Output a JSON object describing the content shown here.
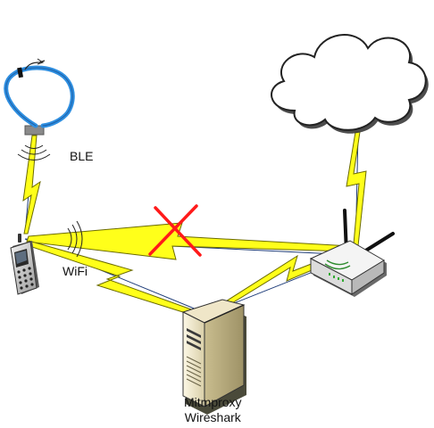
{
  "labels": {
    "ble": "BLE",
    "wifi": "WiFi",
    "server_line1": "Mitmproxy",
    "server_line2": "Wireshark"
  },
  "nodes": [
    {
      "name": "wristband",
      "icon": "wristband-icon"
    },
    {
      "name": "phone",
      "icon": "phone-icon"
    },
    {
      "name": "router",
      "icon": "router-icon"
    },
    {
      "name": "server",
      "icon": "server-tower-icon"
    },
    {
      "name": "internet",
      "icon": "cloud-icon"
    }
  ],
  "links": [
    {
      "from": "wristband",
      "to": "phone",
      "type": "BLE"
    },
    {
      "from": "phone",
      "to": "router",
      "type": "WiFi",
      "status": "blocked"
    },
    {
      "from": "phone",
      "to": "server",
      "type": "WiFi"
    },
    {
      "from": "server",
      "to": "router",
      "type": "wireless"
    },
    {
      "from": "router",
      "to": "internet",
      "type": "wireless"
    }
  ],
  "colors": {
    "bolt_fill": "#ffff1a",
    "bolt_stroke": "#6b6b00",
    "blocked_x": "#ff1a1a",
    "band_blue": "#2f8fe0",
    "line": "#1f3d7a"
  }
}
